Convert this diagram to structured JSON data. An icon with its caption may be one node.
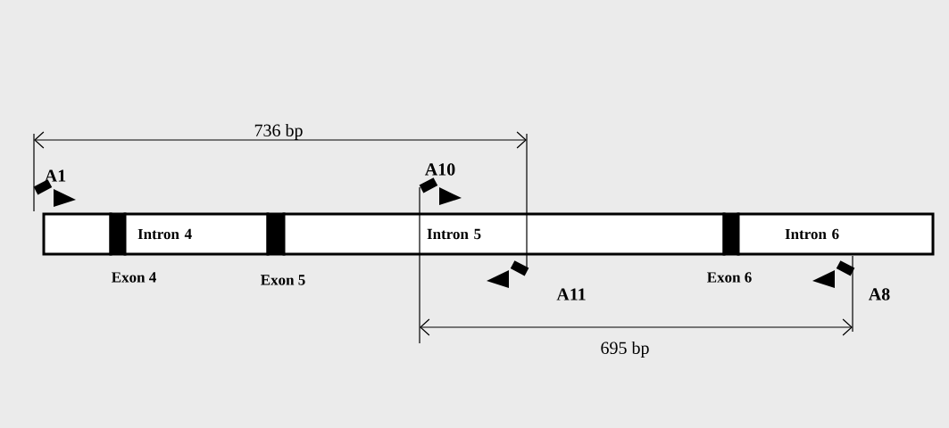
{
  "diagram": {
    "nodes": [
      {
        "text": [],
        "shape": "box"
      },
      {
        "text": [],
        "shape": "bar",
        "beside": [
          "Exon 4"
        ]
      },
      {
        "text": [
          "Intron 4"
        ]
      },
      {
        "text": [],
        "shape": "bar",
        "beside": [
          "Exon 5"
        ]
      },
      {
        "text": [
          "Intron 5"
        ]
      },
      {
        "text": [],
        "shape": "bar",
        "beside": [
          "Exon 6"
        ]
      },
      {
        "text": [
          "Intron 6"
        ]
      }
    ],
    "labels": [
      "736 bp",
      "A1",
      "A10",
      "A11",
      "A8",
      "695 bp"
    ]
  }
}
